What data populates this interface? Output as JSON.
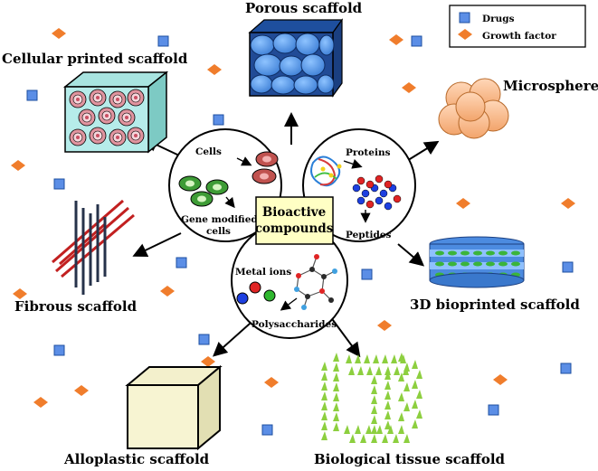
{
  "legend": {
    "drugs_label": "Drugs",
    "growth_factor_label": "Growth factor",
    "drug_color": "#5b8ee6",
    "growth_factor_color": "#f07d2c"
  },
  "center": {
    "line1": "Bioactive",
    "line2": "compounds",
    "box_color": "#ffffc4"
  },
  "lobes": {
    "cells": "Cells",
    "gene_modified_line1": "Gene modified",
    "gene_modified_line2": "cells",
    "proteins": "Proteins",
    "peptides": "Peptides",
    "metal_ions": "Metal ions",
    "polysaccharides": "Polysaccharides"
  },
  "scaffolds": {
    "porous": "Porous scaffold",
    "cellular_printed": "Cellular printed scaffold",
    "microspheres": "Microspheres",
    "fibrous": "Fibrous scaffold",
    "bioprinted_3d": "3D bioprinted scaffold",
    "alloplastic": "Alloplastic scaffold",
    "biological_tissue": "Biological tissue scaffold"
  },
  "icons": {
    "porous": "porous-scaffold-icon",
    "cellular": "cellular-printed-scaffold-icon",
    "microspheres": "microspheres-icon",
    "fibrous": "fibrous-scaffold-icon",
    "bioprinted": "bioprinted-scaffold-icon",
    "alloplastic": "alloplastic-cube-icon",
    "biological": "biological-tissue-icon"
  }
}
